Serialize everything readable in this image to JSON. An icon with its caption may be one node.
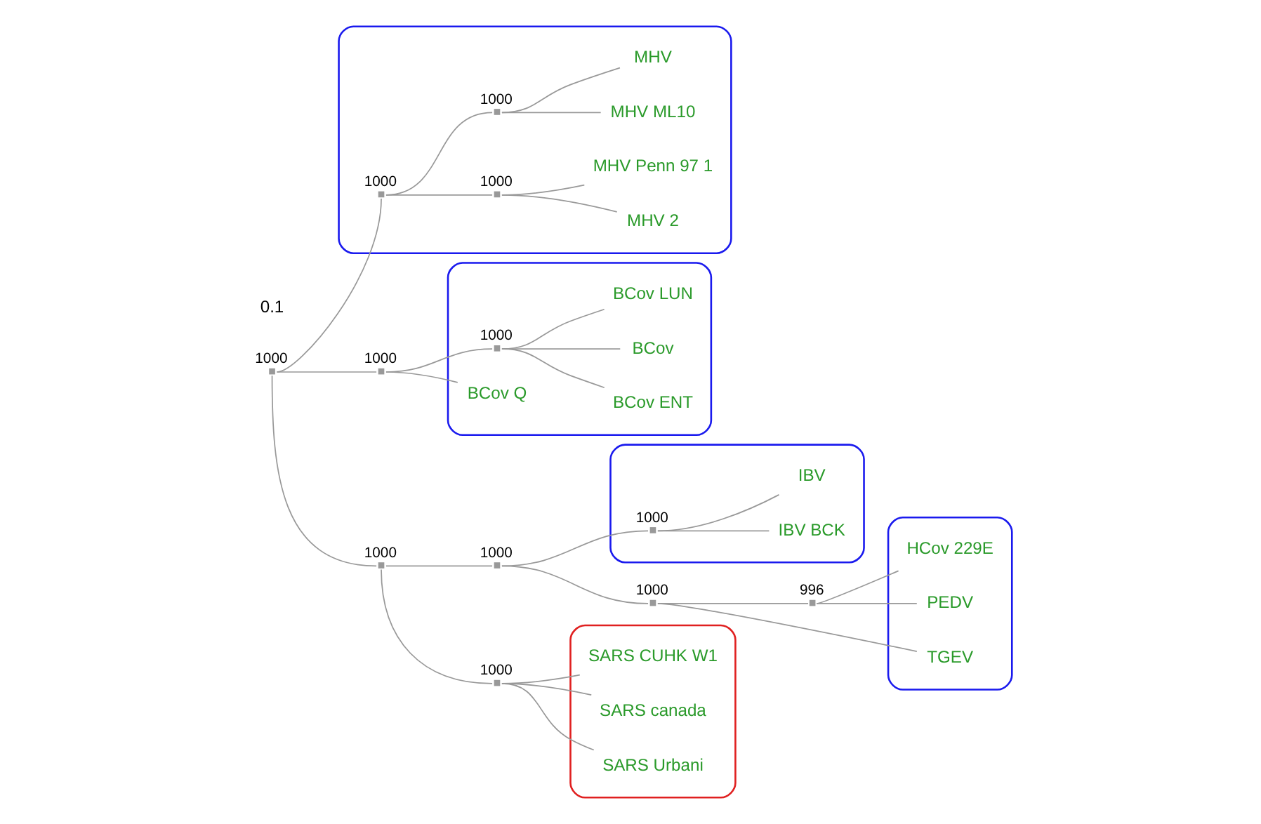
{
  "diagram": {
    "nodes": [
      {
        "text": [],
        "shape": "point",
        "beside": [
          "1000"
        ]
      },
      {
        "text": [],
        "shape": "ellipse"
      },
      {
        "text": [],
        "shape": "point",
        "beside": [
          "1000"
        ],
        "in": 1
      },
      {
        "text": [],
        "shape": "point",
        "beside": [
          "1000"
        ],
        "in": 1
      },
      {
        "text": [
          "MHV 2"
        ],
        "in": 1
      },
      {
        "text": [
          "MHV Penn 97 1"
        ],
        "in": 1
      },
      {
        "text": [],
        "shape": "point",
        "beside": [
          "1000"
        ],
        "in": 1
      },
      {
        "text": [
          "MHV ML10"
        ],
        "in": 1
      },
      {
        "text": [
          "MHV"
        ],
        "in": 1
      },
      {
        "text": [],
        "shape": "point",
        "beside": [
          "1000"
        ]
      },
      {
        "text": [],
        "shape": "point",
        "beside": [
          "1000"
        ]
      },
      {
        "text": [],
        "shape": "point",
        "beside": [
          "1000"
        ]
      },
      {
        "text": [],
        "shape": "point",
        "beside": [
          "996"
        ]
      },
      {
        "text": [],
        "shape": "ellipse"
      },
      {
        "text": [
          "HCov 229E"
        ],
        "in": 13
      },
      {
        "text": [
          "PEDV"
        ],
        "in": 13
      },
      {
        "text": [
          "TGEV"
        ],
        "in": 13
      },
      {
        "text": [],
        "shape": "ellipse"
      },
      {
        "text": [],
        "shape": "point",
        "beside": [
          "1000"
        ],
        "in": 17
      },
      {
        "text": [
          "IBV BCK"
        ],
        "in": 17
      },
      {
        "text": [
          "IBV"
        ],
        "in": 17
      },
      {
        "text": [],
        "shape": "box"
      },
      {
        "text": [],
        "shape": "point",
        "beside": [
          "1000"
        ]
      },
      {
        "text": [
          "SARS CUHK W1"
        ],
        "in": 21
      },
      {
        "text": [
          "SARS canada"
        ],
        "in": 21
      },
      {
        "text": [
          "SARS Urbani"
        ],
        "in": 21
      },
      {
        "text": [],
        "shape": "point",
        "beside": [
          "1000"
        ]
      },
      {
        "text": [],
        "shape": "ellipse"
      },
      {
        "text": [],
        "shape": "point",
        "beside": [
          "1000"
        ],
        "in": 27
      },
      {
        "text": [
          "BCov Q"
        ],
        "in": 27
      },
      {
        "text": [
          "BCov ENT"
        ],
        "in": 27
      },
      {
        "text": [
          "BCov"
        ],
        "in": 27
      },
      {
        "text": [
          "BCov LUN"
        ],
        "in": 27
      }
    ],
    "edges": [
      {
        "from": 0,
        "to": 2,
        "arrow": "none"
      },
      {
        "from": 2,
        "to": 3,
        "arrow": "none"
      },
      {
        "from": 3,
        "to": 4,
        "arrow": "none"
      },
      {
        "from": 3,
        "to": 5,
        "arrow": "none"
      },
      {
        "from": 2,
        "to": 6,
        "arrow": "none"
      },
      {
        "from": 6,
        "to": 7,
        "arrow": "none"
      },
      {
        "from": 6,
        "to": 8,
        "arrow": "none"
      },
      {
        "from": 0,
        "to": 9,
        "arrow": "none"
      },
      {
        "from": 9,
        "to": 10,
        "arrow": "none"
      },
      {
        "from": 10,
        "to": 11,
        "arrow": "none"
      },
      {
        "from": 11,
        "to": 12,
        "arrow": "none"
      },
      {
        "from": 12,
        "to": 14,
        "arrow": "none"
      },
      {
        "from": 12,
        "to": 15,
        "arrow": "none"
      },
      {
        "from": 11,
        "to": 16,
        "arrow": "none"
      },
      {
        "from": 10,
        "to": 18,
        "arrow": "none"
      },
      {
        "from": 18,
        "to": 19,
        "arrow": "none"
      },
      {
        "from": 18,
        "to": 20,
        "arrow": "none"
      },
      {
        "from": 9,
        "to": 22,
        "arrow": "none"
      },
      {
        "from": 22,
        "to": 23,
        "arrow": "none"
      },
      {
        "from": 22,
        "to": 24,
        "arrow": "none"
      },
      {
        "from": 22,
        "to": 25,
        "arrow": "none"
      },
      {
        "from": 0,
        "to": 26,
        "arrow": "none"
      },
      {
        "from": 26,
        "to": 29,
        "arrow": "none"
      },
      {
        "from": 26,
        "to": 28,
        "arrow": "none"
      },
      {
        "from": 28,
        "to": 30,
        "arrow": "none"
      },
      {
        "from": 28,
        "to": 31,
        "arrow": "none"
      },
      {
        "from": 28,
        "to": 32,
        "arrow": "none"
      }
    ],
    "labels": [
      "0.1"
    ]
  }
}
